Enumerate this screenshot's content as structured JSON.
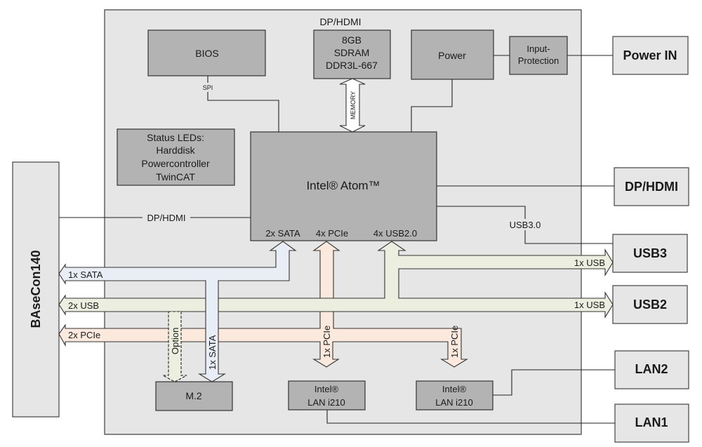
{
  "diagram": {
    "board": {
      "blocks": {
        "bios": "BIOS",
        "bios_link": "SPI",
        "ram_top_label": "DP/HDMI",
        "ram": [
          "8GB",
          "SDRAM",
          "DDR3L-667"
        ],
        "memory_bus": "MEMORY",
        "power": "Power",
        "input_protection": [
          "Input-",
          "Protection"
        ],
        "status_leds": [
          "Status LEDs:",
          "Harddisk",
          "Powercontroller",
          "TwinCAT"
        ],
        "cpu": "Intel® Atom™",
        "cpu_ports": {
          "sata": "2x SATA",
          "pcie": "4x PCIe",
          "usb": "4x USB2.0"
        },
        "m2": "M.2",
        "lan_a": [
          "Intel®",
          "LAN i210"
        ],
        "lan_b": [
          "Intel®",
          "LAN i210"
        ]
      },
      "links": {
        "dp_hdmi_left": "DP/HDMI",
        "usb30": "USB3.0",
        "sata_left": "1x SATA",
        "usb_left": "2x USB",
        "pcie_left": "2x PCIe",
        "option": "Option",
        "sata_m2": "1x SATA",
        "pcie_lan_a": "1x PCIe",
        "pcie_lan_b": "1x PCIe",
        "usb_to_usb3": "1x USB",
        "usb_to_usb2": "1x USB"
      }
    },
    "connectors": {
      "left": "BAseCon140",
      "power_in": "Power IN",
      "dp_hdmi": "DP/HDMI",
      "usb3": "USB3",
      "usb2": "USB2",
      "lan2": "LAN2",
      "lan1": "LAN1"
    },
    "colors": {
      "board": "#e6e6e6",
      "block": "#b3b3b3",
      "sata_bus": "#e9eef6",
      "usb_bus": "#ecefdf",
      "pcie_bus": "#fbe9dd"
    }
  }
}
